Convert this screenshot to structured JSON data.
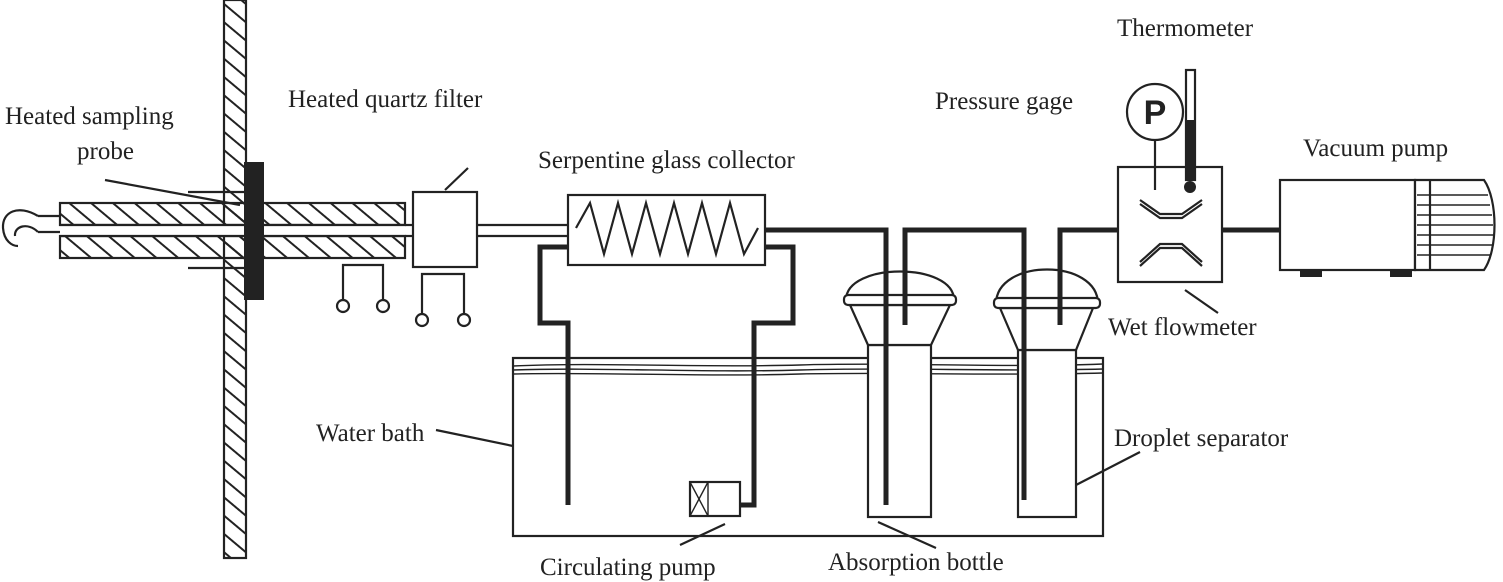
{
  "labels": {
    "heated_sampling_probe_1": "Heated sampling",
    "heated_sampling_probe_2": "probe",
    "heated_quartz_filter": "Heated quartz filter",
    "serpentine_glass_collector": "Serpentine glass collector",
    "thermometer": "Thermometer",
    "pressure_gage": "Pressure gage",
    "pressure_symbol": "P",
    "vacuum_pump": "Vacuum pump",
    "wet_flowmeter": "Wet flowmeter",
    "water_bath": "Water bath",
    "droplet_separator": "Droplet separator",
    "circulating_pump": "Circulating pump",
    "absorption_bottle": "Absorption bottle"
  },
  "colors": {
    "line": "#222222",
    "background": "#ffffff"
  }
}
